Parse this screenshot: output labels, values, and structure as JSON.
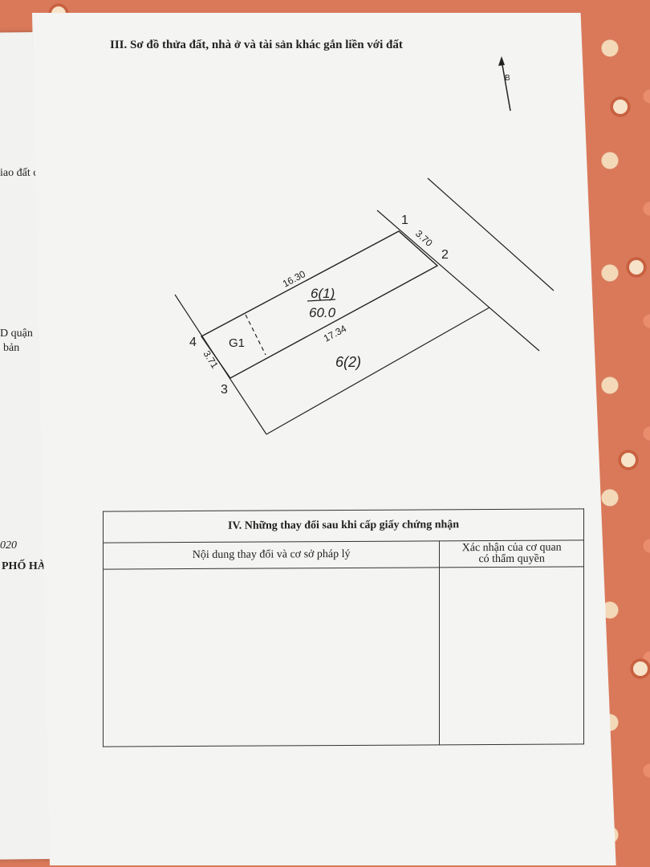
{
  "section_iii": {
    "title": "III. Sơ đồ thửa đất, nhà ở và tài sản khác gắn liền với đất"
  },
  "plot_diagram": {
    "north_label": "B",
    "points": [
      "1",
      "2",
      "3",
      "4"
    ],
    "edges": {
      "top": "16.30",
      "right": "3.70",
      "bottom": "17.34",
      "left": "3.71"
    },
    "parcel_main": {
      "label": "6(1)",
      "area": "60.0"
    },
    "parcel_neighbor": {
      "label": "6(2)"
    },
    "building": {
      "label": "G1"
    }
  },
  "section_iv": {
    "title": "IV. Những thay đổi sau khi cấp giấy chứng nhận",
    "col_content": "Nội dung thay đổi và cơ sở pháp lý",
    "col_confirm_line1": "Xác nhận của cơ quan",
    "col_confirm_line2": "có thẩm quyền"
  },
  "left_page": {
    "fragment_1": "iao đất có",
    "fragment_2": "D quận",
    "fragment_3": "bản",
    "fragment_4": "020",
    "fragment_5": "PHỐ HÀ NỘI"
  }
}
